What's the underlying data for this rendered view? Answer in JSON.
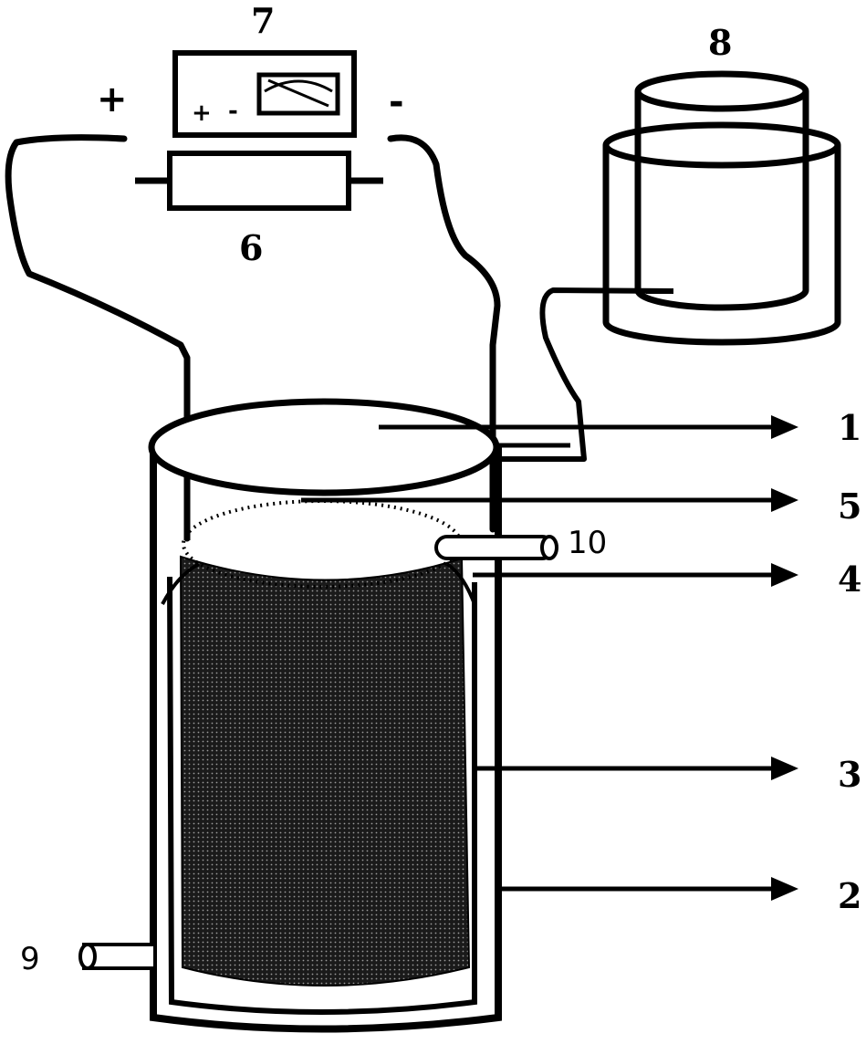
{
  "labels": {
    "l1": "1",
    "l2": "2",
    "l3": "3",
    "l4": "4",
    "l5": "5",
    "l6": "6",
    "l7": "7",
    "l8": "8",
    "l9": "9",
    "l10": "10",
    "plus": "+",
    "minus": "-"
  },
  "colors": {
    "stroke": "#000000",
    "background": "#ffffff",
    "electrode_fill": "#2a2a2a"
  }
}
